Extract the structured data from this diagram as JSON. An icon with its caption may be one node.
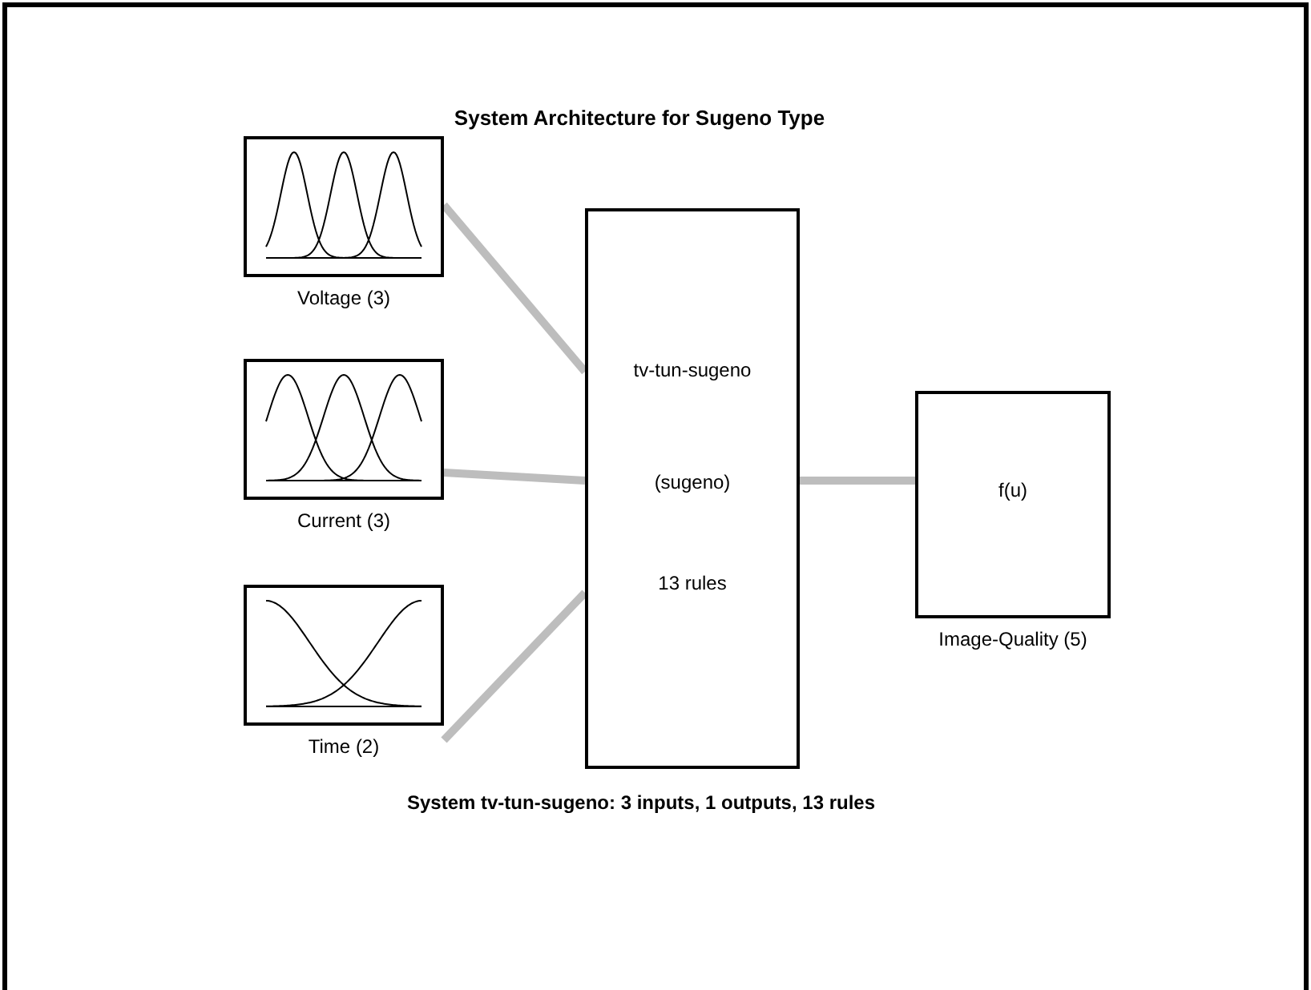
{
  "diagram": {
    "title": "System Architecture for Sugeno Type",
    "caption": "System tv-tun-sugeno: 3 inputs, 1 outputs, 13 rules",
    "nodes": [
      {
        "text": [
          "Voltage (3)"
        ]
      },
      {
        "text": [
          "Current (3)"
        ]
      },
      {
        "text": [
          "Time (2)"
        ]
      },
      {
        "text": [
          "tv-tun-sugeno",
          "(sugeno)",
          "13 rules"
        ]
      },
      {
        "text": [
          "f(u)"
        ],
        "beside": [
          "Image-Quality (5)"
        ]
      }
    ],
    "edges": [
      {
        "from": 0,
        "to": 3,
        "arrow": "none"
      },
      {
        "from": 1,
        "to": 3,
        "arrow": "none"
      },
      {
        "from": 2,
        "to": 3,
        "arrow": "none"
      },
      {
        "from": 3,
        "to": 4,
        "arrow": "none"
      }
    ]
  }
}
